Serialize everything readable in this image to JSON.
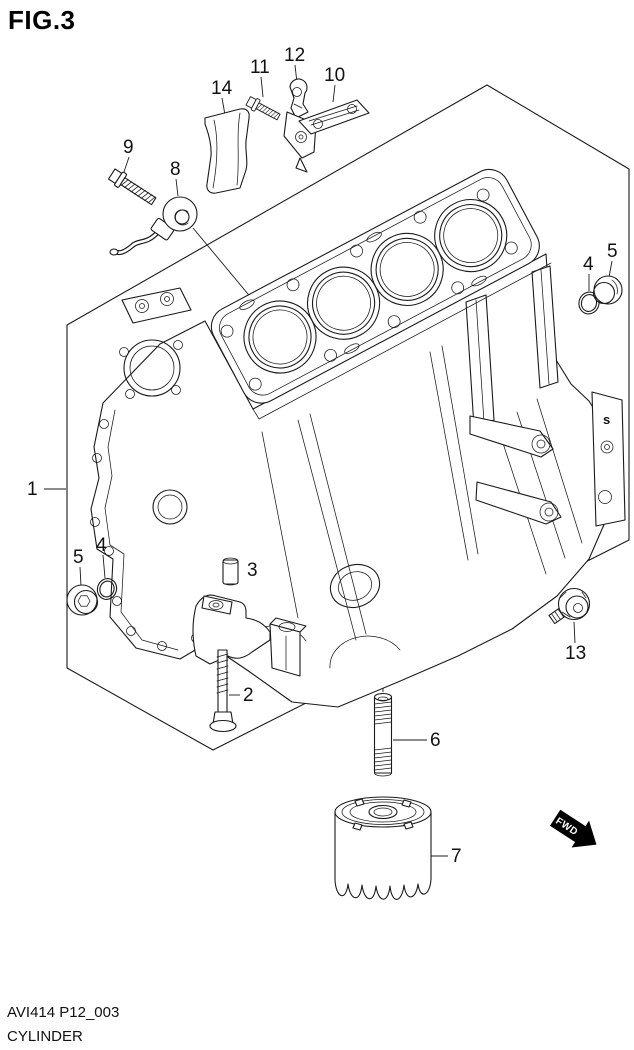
{
  "figure": {
    "title": "FIG.3"
  },
  "footer": {
    "code": "AVI414 P12_003",
    "caption": "CYLINDER"
  },
  "fwd": {
    "label": "FWD"
  },
  "block": {
    "marking": "s"
  },
  "colors": {
    "line": "#1a1a1a",
    "background": "#ffffff"
  },
  "callouts": [
    {
      "number": "1"
    },
    {
      "number": "2"
    },
    {
      "number": "3"
    },
    {
      "number": "4"
    },
    {
      "number": "5"
    },
    {
      "number": "4"
    },
    {
      "number": "5"
    },
    {
      "number": "6"
    },
    {
      "number": "7"
    },
    {
      "number": "8"
    },
    {
      "number": "9"
    },
    {
      "number": "10"
    },
    {
      "number": "11"
    },
    {
      "number": "12"
    },
    {
      "number": "13"
    },
    {
      "number": "14"
    }
  ]
}
